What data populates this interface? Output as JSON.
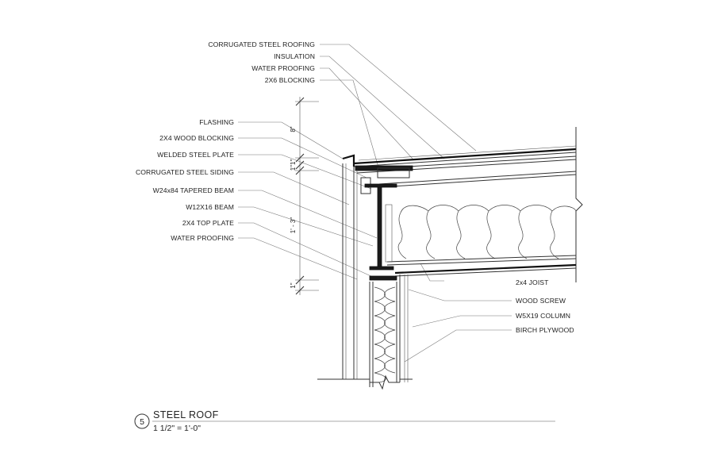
{
  "labels_left": [
    {
      "id": "corrugated-steel-roofing",
      "text": "CORRUGATED STEEL ROOFING"
    },
    {
      "id": "insulation",
      "text": "INSULATION"
    },
    {
      "id": "water-proofing-top",
      "text": "WATER PROOFING"
    },
    {
      "id": "2x6-blocking",
      "text": "2X6 BLOCKING"
    },
    {
      "id": "flashing",
      "text": "FLASHING"
    },
    {
      "id": "2x4-wood-blocking",
      "text": "2X4 WOOD BLOCKING"
    },
    {
      "id": "welded-steel-plate",
      "text": "WELDED STEEL PLATE"
    },
    {
      "id": "corrugated-steel-siding",
      "text": "CORRUGATED STEEL SIDING"
    },
    {
      "id": "w24x84-tapered-beam",
      "text": "W24x84  TAPERED BEAM"
    },
    {
      "id": "w12x16-beam",
      "text": "W12X16 BEAM"
    },
    {
      "id": "2x4-top-plate",
      "text": "2X4 TOP PLATE"
    },
    {
      "id": "water-proofing-bottom",
      "text": "WATER PROOFING"
    }
  ],
  "labels_right": [
    {
      "id": "2x4-joist",
      "text": "2x4 JOIST"
    },
    {
      "id": "wood-screw",
      "text": "WOOD SCREW"
    },
    {
      "id": "w5x19-column",
      "text": "W5X19  COLUMN"
    },
    {
      "id": "birch-plywood",
      "text": "BIRCH PLYWOOD"
    }
  ],
  "dimensions": [
    {
      "id": "dim-8",
      "text": "8\""
    },
    {
      "id": "dim-1-1",
      "text": "1\"1\""
    },
    {
      "id": "dim-1-3",
      "text": "1' - 3\""
    },
    {
      "id": "dim-1",
      "text": "1\""
    }
  ],
  "title_block": {
    "number": "5",
    "title": "STEEL ROOF",
    "scale": "1 1/2\" = 1'-0\""
  }
}
